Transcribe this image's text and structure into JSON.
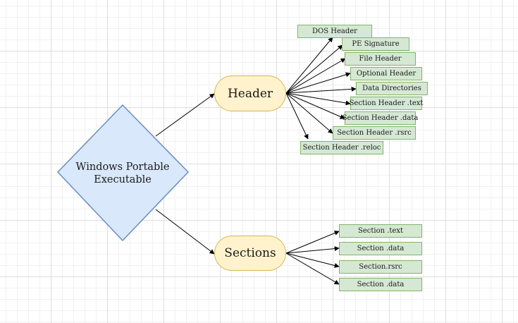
{
  "colors": {
    "diamond_fill": "#dae8fc",
    "diamond_stroke": "#6c8ebf",
    "pill_fill": "#fff2cc",
    "pill_stroke": "#d6b656",
    "box_fill": "#d5e8d4",
    "box_stroke": "#82b366",
    "edge": "#000000"
  },
  "root": {
    "label_line1": "Windows Portable",
    "label_line2": "Executable"
  },
  "header": {
    "label": "Header",
    "items": [
      "DOS Header",
      "PE Signature",
      "File Header",
      "Optional Header",
      "Data Directories",
      "Section Header .text",
      "Section Header .data",
      "Section Header .rsrc",
      "Section Header .reloc"
    ]
  },
  "sections": {
    "label": "Sections",
    "items": [
      "Section .text",
      "Section .data",
      "Section.rsrc",
      "Section .data"
    ]
  }
}
